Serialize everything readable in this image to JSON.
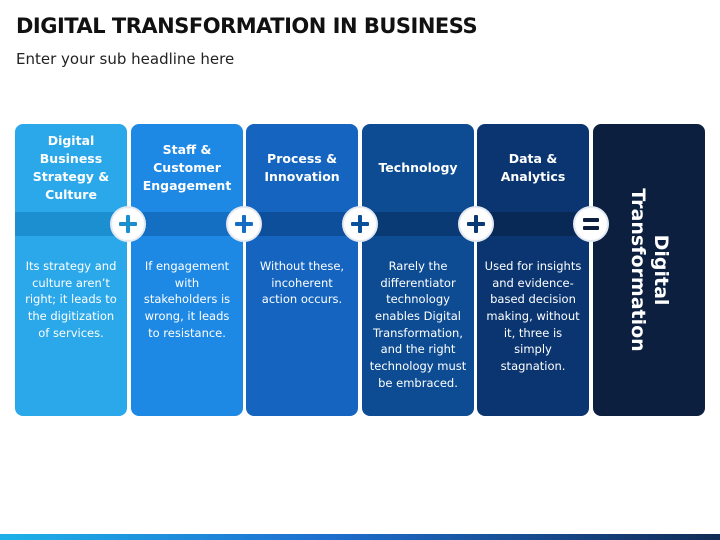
{
  "title": "DIGITAL TRANSFORMATION IN BUSINESS",
  "subtitle": "Enter your sub headline here",
  "cards": [
    {
      "heading": "Digital Business Strategy & Culture",
      "body": "Its strategy and culture aren’t right; it leads to the digitization of services.",
      "color": "#2aa8ea",
      "band_color": "#1b8fd0"
    },
    {
      "heading": "Staff & Customer Engagement",
      "body": "If engagement with stakeholders is wrong, it leads to resistance.",
      "color": "#1e88e5",
      "band_color": "#146fc3"
    },
    {
      "heading": "Process & Innovation",
      "body": "Without these, incoherent action occurs.",
      "color": "#1565c0",
      "band_color": "#0e4f9c"
    },
    {
      "heading": "Technology",
      "body": "Rarely the differentiator technology enables Digital Transformation, and the right technology must be embraced.",
      "color": "#0d4c93",
      "band_color": "#093a73"
    },
    {
      "heading": "Data & Analytics",
      "body": "Used for insights and evidence-based decision making, without it, three is simply stagnation.",
      "color": "#0b3570",
      "band_color": "#082856"
    }
  ],
  "result": {
    "line1": "Digital",
    "line2": "Transformation",
    "color": "#0c1f3f"
  },
  "connectors": [
    {
      "symbol": "plus-icon",
      "color": "#1b8fd0"
    },
    {
      "symbol": "plus-icon",
      "color": "#146fc3"
    },
    {
      "symbol": "plus-icon",
      "color": "#0e4f9c"
    },
    {
      "symbol": "plus-icon",
      "color": "#093a73"
    },
    {
      "symbol": "equals-icon",
      "color": "#0c1f3f"
    }
  ]
}
